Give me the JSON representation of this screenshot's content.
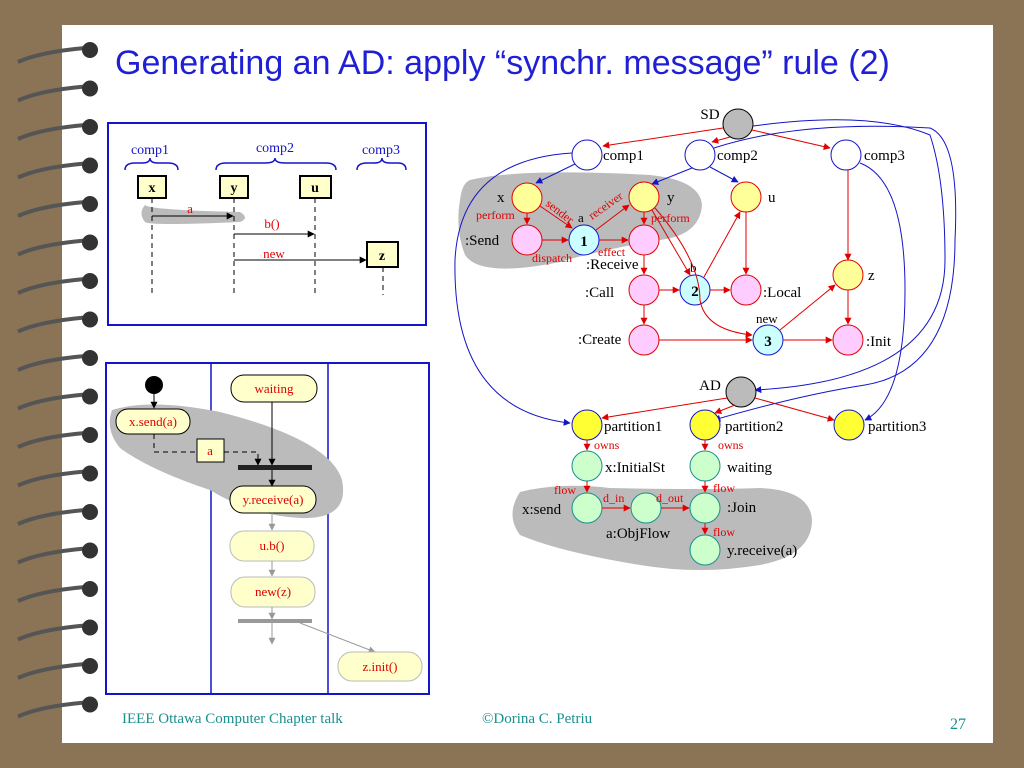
{
  "slide": {
    "title": "Generating an AD: apply “synchr. message” rule (2)",
    "footer_left": "IEEE Ottawa Computer Chapter talk",
    "footer_center": "©Dorina C. Petriu",
    "page_number": "27"
  },
  "sequence_diagram": {
    "components": [
      "comp1",
      "comp2",
      "comp3"
    ],
    "lifelines": [
      "x",
      "y",
      "u",
      "z"
    ],
    "messages": [
      "a",
      "b()",
      "new"
    ]
  },
  "activity_diagram": {
    "nodes": [
      "waiting",
      "x.send(a)",
      "a",
      "y.receive(a)",
      "u.b()",
      "new(z)",
      "z.init()"
    ]
  },
  "graph": {
    "sd_label": "SD",
    "ad_label": "AD",
    "comps": [
      "comp1",
      "comp2",
      "comp3"
    ],
    "instances": [
      "x",
      "y",
      "u",
      "z"
    ],
    "events": [
      ":Send",
      ":Receive",
      ":Call",
      ":Local",
      ":Create",
      ":Init"
    ],
    "messages": [
      "a",
      "b",
      "new"
    ],
    "numbers": [
      "1",
      "2",
      "3"
    ],
    "sd_edges": [
      "perform",
      "sender",
      "receiver",
      "perform",
      "dispatch",
      "effect"
    ],
    "partitions": [
      "partition1",
      "partition2",
      "partition3"
    ],
    "ad_nodes": [
      "x:InitialSt",
      "waiting",
      "x:send",
      "a:ObjFlow",
      ":Join",
      "y.receive(a)"
    ],
    "ad_edges": [
      "owns",
      "owns",
      "flow",
      "flow",
      "d_in",
      "d_out",
      "flow"
    ]
  },
  "colors": {
    "title": "#1f1fd6",
    "frame": "#1414c8",
    "red": "#e00000",
    "blue": "#1414c8",
    "yellow": "#ffff99",
    "pink": "#ffccff",
    "lightblue": "#ccffff",
    "green": "#ccffcc",
    "bright_yellow": "#ffff33",
    "gray": "#bbbbbb"
  }
}
